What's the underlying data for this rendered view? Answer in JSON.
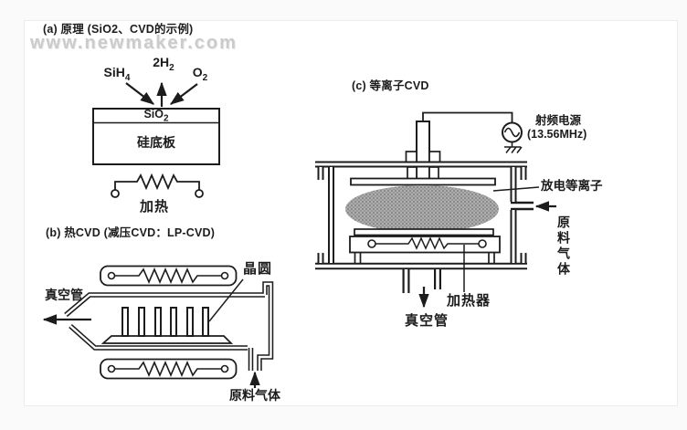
{
  "canvas": {
    "ink": "#1c1c1c",
    "paper": "#ffffff",
    "margin_bg": "#fafafa",
    "scan_border": "#ececec",
    "watermark_color": "#cbcbcb",
    "plasma_fill": "#a6a6a6"
  },
  "watermark": {
    "text": "www.newmaker.com"
  },
  "panel_a": {
    "title": "(a) 原理 (SiO2、CVD的示例)",
    "silane": {
      "base": "SiH",
      "sub": "4"
    },
    "hydrogen": {
      "base": "2H",
      "sub": "2"
    },
    "oxygen": {
      "base": "O",
      "sub": "2"
    },
    "film": {
      "base": "SiO",
      "sub": "2"
    },
    "substrate": "硅底板",
    "heat": "加热"
  },
  "panel_b": {
    "title": "(b) 热CVD (减压CVD：LP-CVD)",
    "wafer": "晶圆",
    "vacuum": "真空管",
    "gas": "原料气体"
  },
  "panel_c": {
    "title": "(c) 等离子CVD",
    "rf_label": "射频电源",
    "rf_freq": "(13.56MHz)",
    "plasma": "放电等离子",
    "gas": "原料气体",
    "heater": "加热器",
    "vacuum": "真空管"
  }
}
